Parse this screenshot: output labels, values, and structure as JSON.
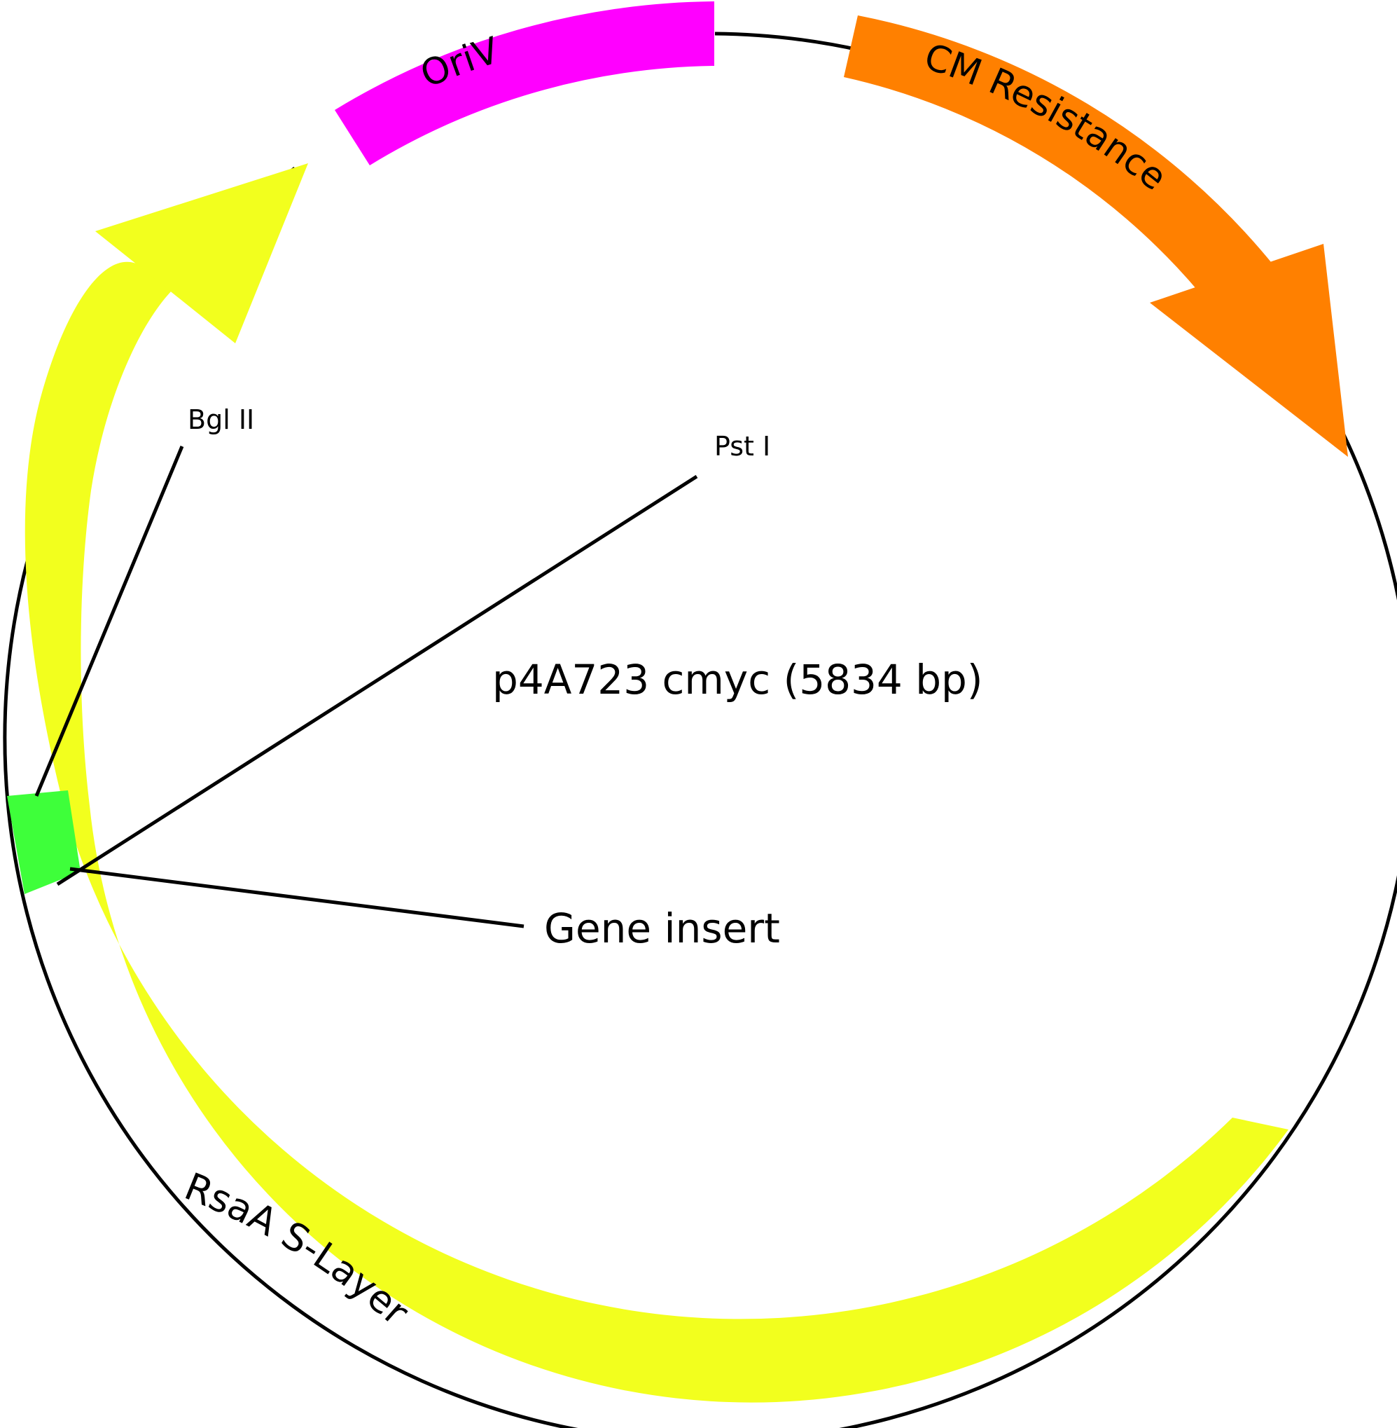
{
  "plasmid": {
    "name": "p4A723 cmyc (5834 bp)"
  },
  "features": [
    {
      "id": "oriv",
      "label": "OriV",
      "color": "#ff00ff",
      "kind": "block"
    },
    {
      "id": "cm",
      "label": "CM Resistance",
      "color": "#ff8000",
      "kind": "arrow"
    },
    {
      "id": "rsaa",
      "label": "RsaA S-Layer",
      "color": "#f2ff1e",
      "kind": "arrow"
    },
    {
      "id": "insert",
      "label": "Gene insert",
      "color": "#3eff3a",
      "kind": "block"
    }
  ],
  "sites": [
    {
      "id": "bgl",
      "label": "Bgl II"
    },
    {
      "id": "pst",
      "label": "Pst I"
    }
  ],
  "colors": {
    "backbone": "#000000",
    "background": "#ffffff"
  }
}
